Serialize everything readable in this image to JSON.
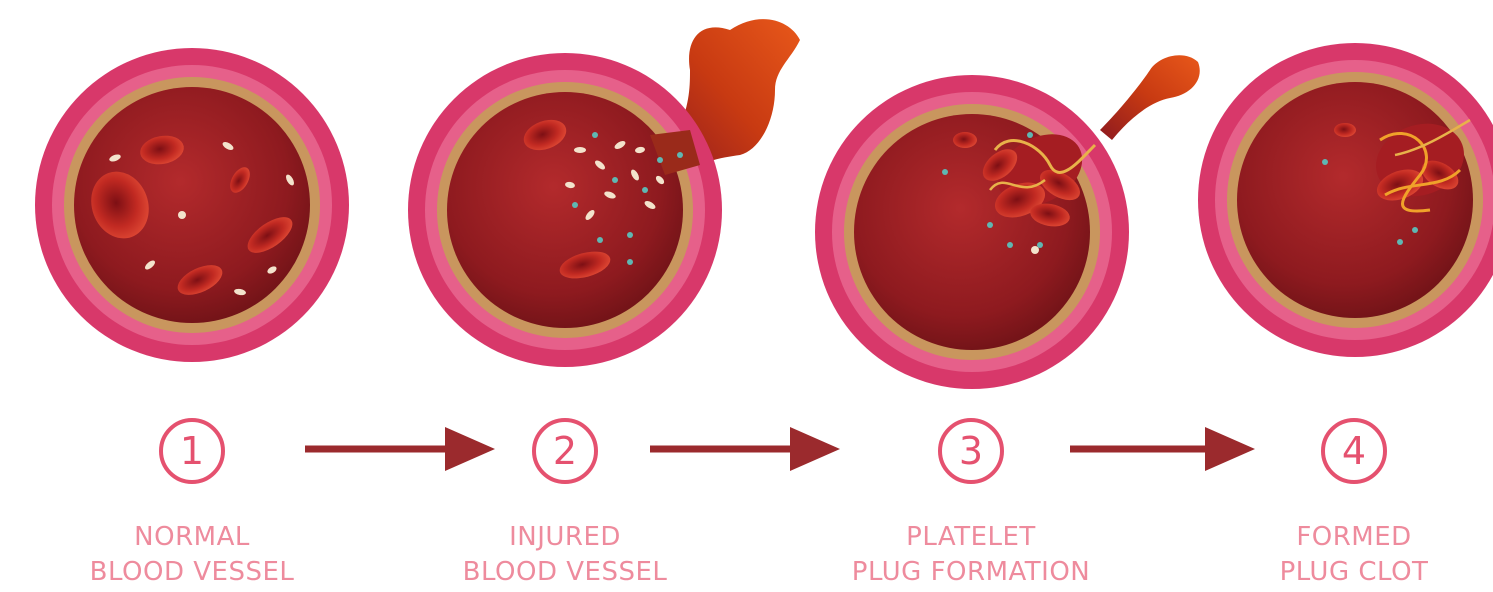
{
  "steps": [
    {
      "number": "1",
      "line1": "NORMAL",
      "line2": "BLOOD VESSEL"
    },
    {
      "number": "2",
      "line1": "INJURED",
      "line2": "BLOOD VESSEL"
    },
    {
      "number": "3",
      "line1": "PLATELET",
      "line2": "PLUG FORMATION"
    },
    {
      "number": "4",
      "line1": "FORMED",
      "line2": "PLUG CLOT"
    }
  ],
  "colors": {
    "vessel_outer": "#d8386a",
    "vessel_ring": "#c9965e",
    "lumen": "#8e1a1f",
    "number_accent": "#e5516f",
    "label_text": "#ee8b9d",
    "arrow": "#9b2a2d",
    "blood_spill": "#c8360f"
  }
}
